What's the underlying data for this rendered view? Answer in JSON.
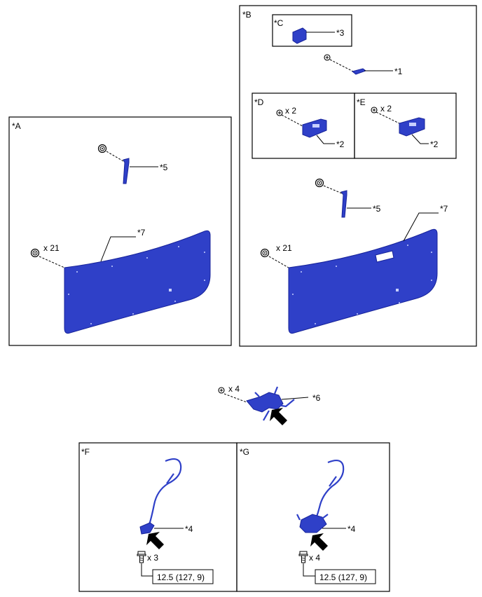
{
  "panels": {
    "A": {
      "label": "*A",
      "clip": "*5",
      "trim": "*7",
      "clip_qty": "x 21"
    },
    "B": {
      "label": "*B",
      "clip": "*5",
      "trim": "*7",
      "clip_qty": "x 21",
      "part1": "*1"
    },
    "C": {
      "label": "*C",
      "part3": "*3"
    },
    "D": {
      "label": "*D",
      "screw_qty": "x 2",
      "part2": "*2"
    },
    "E": {
      "label": "*E",
      "screw_qty": "x 2",
      "part2": "*2"
    },
    "F": {
      "label": "*F",
      "part4": "*4",
      "bolt_qty": "x 3",
      "torque": "12.5 (127, 9)"
    },
    "G": {
      "label": "*G",
      "part4": "*4",
      "bolt_qty": "x 4",
      "torque": "12.5 (127, 9)"
    }
  },
  "center": {
    "screw_qty": "x 4",
    "part6": "*6"
  },
  "colors": {
    "part_blue": "#2f40c8",
    "outline": "#000000"
  },
  "icons": {
    "clip": "push-clip-icon",
    "screw": "screw-icon",
    "bolt": "bolt-icon",
    "arrow": "direction-arrow-icon"
  }
}
